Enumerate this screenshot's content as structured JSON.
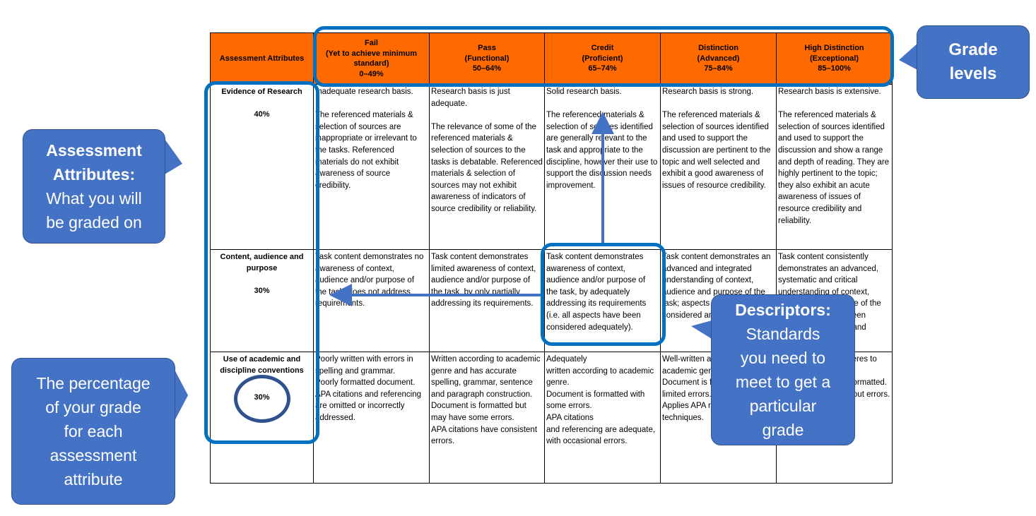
{
  "table": {
    "header": {
      "attr": "Assessment Attributes",
      "levels": [
        {
          "l1": "Fail",
          "l2": "(Yet to achieve minimum standard)",
          "l3": "0–49%"
        },
        {
          "l1": "Pass",
          "l2": "(Functional)",
          "l3": "50–64%"
        },
        {
          "l1": "Credit",
          "l2": "(Proficient)",
          "l3": "65–74%"
        },
        {
          "l1": "Distinction",
          "l2": "(Advanced)",
          "l3": "75–84%"
        },
        {
          "l1": "High Distinction",
          "l2": "(Exceptional)",
          "l3": "85–100%"
        }
      ]
    },
    "rows": [
      {
        "attr": "Evidence of Research",
        "pct": "40%",
        "cells": [
          "Inadequate research basis.\n\nThe referenced materials & selection of sources are inappropriate or irrelevant to the tasks. Referenced materials do not exhibit awareness of source credibility.",
          "Research basis is just adequate.\n\nThe relevance of some of the referenced materials & selection of sources to the tasks is debatable. Referenced materials & selection of sources may not exhibit awareness of indicators of source credibility or reliability.",
          "Solid research basis.\n\nThe referenced materials & selection of sources identified are generally relevant to the task and appropriate to the discipline, however their use to support the discussion needs improvement.",
          "Research basis is strong.\n\nThe referenced materials & selection of sources identified and used to support the discussion are pertinent to the topic and well selected and exhibit a good awareness of issues of resource credibility.",
          "Research basis is extensive.\n\nThe referenced materials & selection of sources identified and used to support the discussion and show a range and depth of reading. They are highly pertinent to the topic; they also exhibit an acute awareness of issues of resource credibility and reliability."
        ]
      },
      {
        "attr": "Content, audience and purpose",
        "pct": "30%",
        "cells": [
          "Task content demonstrates no awareness of context, audience and/or purpose of the task; does not address requirements.",
          "Task content demonstrates limited awareness of context, audience and/or purpose of the task, by only partially addressing its requirements.",
          "Task content demonstrates awareness of context, audience and/or purpose of the task, by adequately addressing its requirements (i.e. all aspects have been considered adequately).",
          "Task content demonstrates an advanced and integrated understanding of context, audience and purpose of the task; aspects have been considered and in depth.",
          "Task content consistently demonstrates an advanced, systematic and critical understanding of context, audience and purpose of the task; aspects have been considered (breadth and depth)."
        ]
      },
      {
        "attr": "Use of academic and discipline conventions",
        "pct": "30%",
        "cells": [
          "Poorly written with errors in spelling and grammar.\nPoorly formatted document.\nAPA citations and referencing are omitted or incorrectly addressed.",
          "Written according to academic genre and has accurate spelling, grammar, sentence and paragraph construction.\nDocument is formatted but may have some errors.\nAPA citations have consistent errors.",
          "Adequately\nwritten according to academic genre.\nDocument is formatted with some errors.\nAPA citations\nand referencing are adequate, with occasional errors.",
          "Well-written according to the academic genre.\nDocument is formatted with limited errors.\nApplies APA referencing techniques.",
          "Well-written and adheres to academic genre.\nDocument correctly formatted.\nAPA referencing without errors."
        ]
      }
    ]
  },
  "callouts": {
    "grade_levels": {
      "l1": "Grade",
      "l2": "levels"
    },
    "attributes": {
      "l1": "Assessment",
      "l2": "Attributes:",
      "l3": "What you will",
      "l4": "be graded on"
    },
    "percentage": {
      "l1": "The percentage",
      "l2": "of your grade",
      "l3": "for each",
      "l4": "assessment",
      "l5": "attribute"
    },
    "descriptors": {
      "l1": "Descriptors:",
      "l2": "Standards",
      "l3": "you need to",
      "l4": "meet to get a",
      "l5": "particular",
      "l6": "grade"
    }
  },
  "colors": {
    "header": "#ff6a00",
    "callout": "#4472c4",
    "highlight_ring": "#0070c0",
    "arrow": "#4472c4"
  }
}
